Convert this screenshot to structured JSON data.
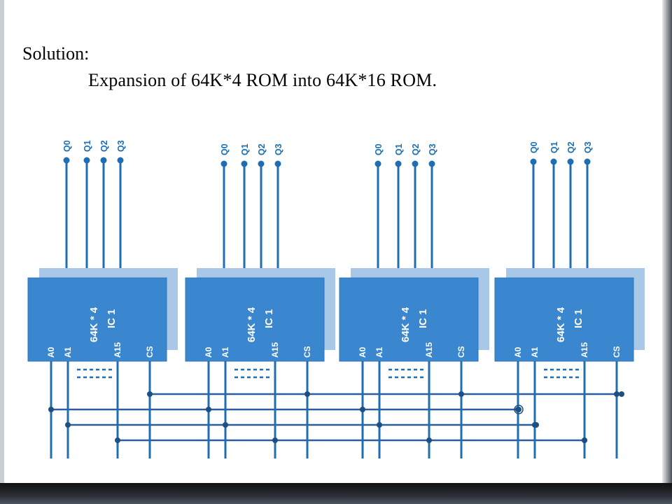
{
  "slide": {
    "title": "Solution:",
    "subtitle": "Expansion of 64K*4 ROM into 64K*16 ROM."
  },
  "chips": [
    {
      "part": "64K * 4",
      "name": "IC 1",
      "outputs": [
        "Q0",
        "Q1",
        "Q2",
        "Q3"
      ],
      "inputs": [
        "A0",
        "A1",
        "A15",
        "CS"
      ]
    },
    {
      "part": "64K * 4",
      "name": "IC 1",
      "outputs": [
        "Q0",
        "Q1",
        "Q2",
        "Q3"
      ],
      "inputs": [
        "A0",
        "A1",
        "A15",
        "CS"
      ]
    },
    {
      "part": "64K * 4",
      "name": "IC 1",
      "outputs": [
        "Q0",
        "Q1",
        "Q2",
        "Q3"
      ],
      "inputs": [
        "A0",
        "A1",
        "A15",
        "CS"
      ]
    },
    {
      "part": "64K * 4",
      "name": "IC 1",
      "outputs": [
        "Q0",
        "Q1",
        "Q2",
        "Q3"
      ],
      "inputs": [
        "A0",
        "A1",
        "A15",
        "CS"
      ]
    }
  ],
  "colors": {
    "wire": "#1f6db3",
    "chip_front": "#3b87cf",
    "chip_shadow": "#a9c8e8",
    "label": "#1a6fb5",
    "bus_line": "#2a5f9a"
  }
}
